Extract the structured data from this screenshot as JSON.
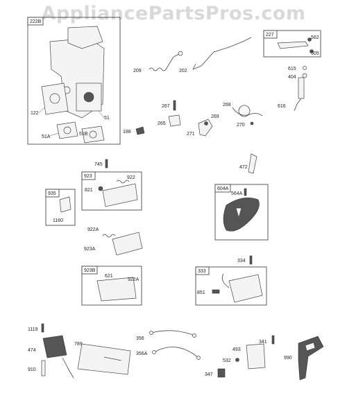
{
  "watermark": "AppliancePartsPros.com",
  "callouts": {
    "c222B": "222B",
    "c122": "122",
    "c51A": "51A",
    "c51B": "51B",
    "c51": "51",
    "c209": "209",
    "c202": "202",
    "c227": "227",
    "c562": "562",
    "c505": "505",
    "c615": "615",
    "c404": "404",
    "c616": "616",
    "c267": "267",
    "c265": "265",
    "c188": "188",
    "c268": "268",
    "c269": "269",
    "c271": "271",
    "c270": "270",
    "c745": "745",
    "c923": "923",
    "c821": "821",
    "c922": "922",
    "c472": "472",
    "c935": "935",
    "c1160": "1160",
    "c604A": "604A",
    "c564A": "564A",
    "c922A": "922A",
    "c923A": "923A",
    "c334": "334",
    "c923B": "923B",
    "c621": "621",
    "c922A2": "922A",
    "c333": "333",
    "c851": "851",
    "c1119": "1119",
    "c474": "474",
    "c910": "910",
    "c789": "789",
    "c356": "356",
    "c356A": "356A",
    "c341": "341",
    "c493": "493",
    "c532": "532",
    "c347": "347",
    "c990": "990"
  }
}
